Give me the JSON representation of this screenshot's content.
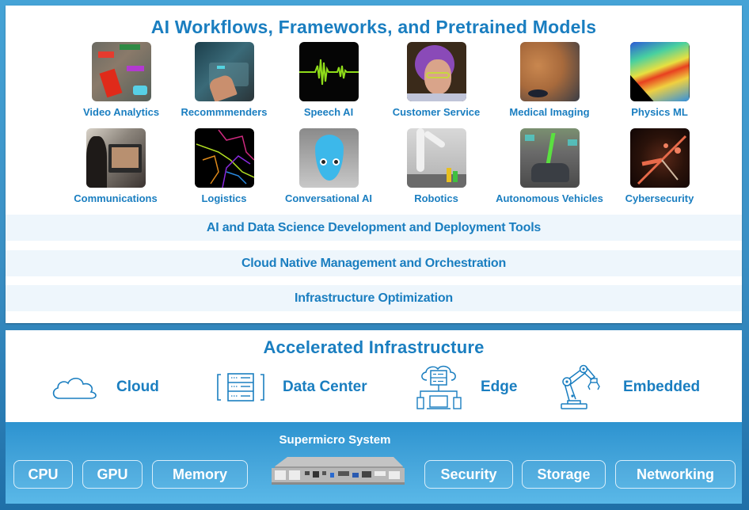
{
  "top_panel": {
    "title": "AI Workflows, Frameworks, and Pretrained Models",
    "row1": [
      {
        "label": "Video Analytics",
        "icon": "video-analytics-thumbnail"
      },
      {
        "label": "Recommmenders",
        "icon": "recommenders-thumbnail"
      },
      {
        "label": "Speech AI",
        "icon": "speech-ai-thumbnail"
      },
      {
        "label": "Customer Service",
        "icon": "customer-service-thumbnail"
      },
      {
        "label": "Medical Imaging",
        "icon": "medical-imaging-thumbnail"
      },
      {
        "label": "Physics ML",
        "icon": "physics-ml-thumbnail"
      }
    ],
    "row2": [
      {
        "label": "Communications",
        "icon": "communications-thumbnail"
      },
      {
        "label": "Logistics",
        "icon": "logistics-thumbnail"
      },
      {
        "label": "Conversational AI",
        "icon": "conversational-ai-thumbnail"
      },
      {
        "label": "Robotics",
        "icon": "robotics-thumbnail"
      },
      {
        "label": "Autonomous Vehicles",
        "icon": "autonomous-vehicles-thumbnail"
      },
      {
        "label": "Cybersecurity",
        "icon": "cybersecurity-thumbnail"
      }
    ],
    "bands": [
      "AI and Data Science Development and Deployment Tools",
      "Cloud Native Management and Orchestration",
      "Infrastructure Optimization"
    ]
  },
  "infrastructure": {
    "title": "Accelerated Infrastructure",
    "items": [
      {
        "label": "Cloud",
        "icon": "cloud-icon"
      },
      {
        "label": "Data Center",
        "icon": "server-rack-icon"
      },
      {
        "label": "Edge",
        "icon": "edge-network-icon"
      },
      {
        "label": "Embedded",
        "icon": "robot-arm-icon"
      }
    ]
  },
  "system": {
    "label": "Supermicro System",
    "left_components": [
      "CPU",
      "GPU",
      "Memory"
    ],
    "right_components": [
      "Security",
      "Storage",
      "Networking"
    ]
  },
  "colors": {
    "accent_text": "#1a7ec0",
    "band_background": "#eef6fc",
    "frame_blue": "#3a8fc4",
    "system_gradient_top": "#2d93d0",
    "system_gradient_bottom": "#5ab8e8"
  }
}
